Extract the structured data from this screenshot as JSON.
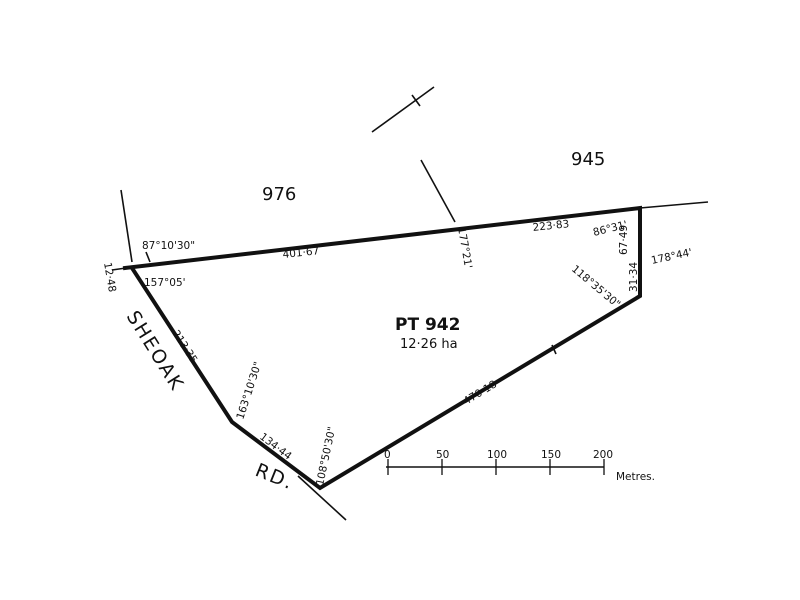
{
  "lots": {
    "north_left": "976",
    "north_right": "945"
  },
  "parcel": {
    "name": "PT 942",
    "area": "12·26 ha"
  },
  "road": {
    "name_part1": "SHEOAK",
    "name_part2": "RD."
  },
  "bearings": {
    "nw_corner_top": "87°10'30\"",
    "nw_corner_bottom": "157°05'",
    "w_bend": "163°10'30\"",
    "s_corner": "108°50'30\"",
    "ne_corner_top": "86°31'",
    "ne_corner_right": "178°44'",
    "e_corner_inner": "118°35'30\"",
    "north_mid": "177°21'"
  },
  "distances": {
    "north_west_segment": "401·67",
    "north_east_segment": "223·83",
    "west_short": "12·48",
    "west_upper": "213·35",
    "west_lower": "134·44",
    "southeast": "470·18",
    "east_upper": "67·49",
    "east_lower": "31·34"
  },
  "scale": {
    "ticks": [
      "0",
      "50",
      "100",
      "150",
      "200"
    ],
    "unit": "Metres."
  },
  "colors": {
    "ink": "#111111",
    "paper": "#ffffff"
  }
}
